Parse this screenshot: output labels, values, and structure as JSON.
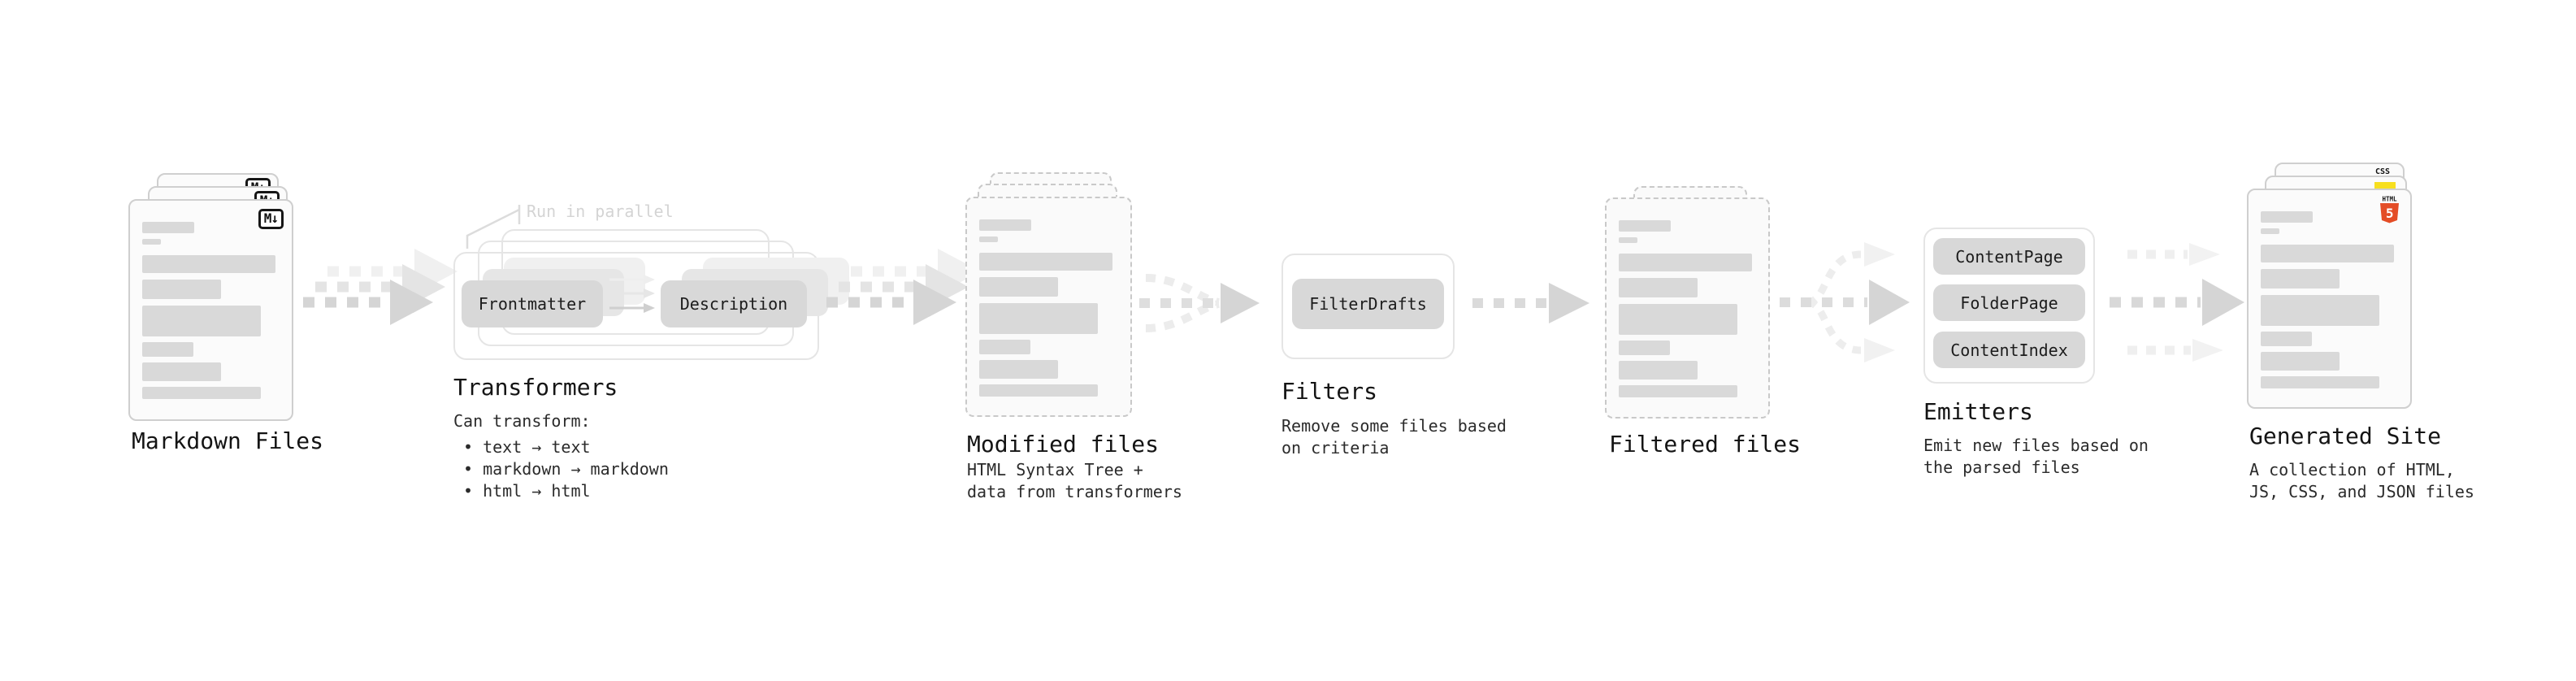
{
  "stages": {
    "markdown_files": {
      "label": "Markdown Files",
      "file_icon": "M↓"
    },
    "transformers": {
      "label": "Transformers",
      "annotation": "Run in parallel",
      "node_frontmatter": "Frontmatter",
      "node_description": "Description",
      "desc_heading": "Can transform:",
      "bullets": [
        "• text → text",
        "• markdown → markdown",
        "• html → html"
      ]
    },
    "modified_files": {
      "label": "Modified files",
      "desc_lines": [
        "HTML Syntax Tree +",
        "data from transformers"
      ]
    },
    "filters": {
      "label": "Filters",
      "node_filterdrafts": "FilterDrafts",
      "desc_lines": [
        "Remove some files based",
        "on criteria"
      ]
    },
    "filtered_files": {
      "label": "Filtered files"
    },
    "emitters": {
      "label": "Emitters",
      "nodes": [
        "ContentPage",
        "FolderPage",
        "ContentIndex"
      ],
      "desc_lines": [
        "Emit new files based on",
        "the parsed files"
      ]
    },
    "generated_site": {
      "label": "Generated Site",
      "desc_lines": [
        "A collection of HTML,",
        "JS, CSS, and JSON files"
      ],
      "badge_css": "CSS",
      "badge_html_top": "HTML",
      "badge_html_number": "5"
    }
  },
  "colors": {
    "bar_gray": "#d9d9d9",
    "node_gray": "#d8d8d8",
    "arrow_gray": "#d5d5d5",
    "html5_orange": "#e44d26",
    "js_yellow": "#f7df1e",
    "css_blue": "#2563eb"
  }
}
